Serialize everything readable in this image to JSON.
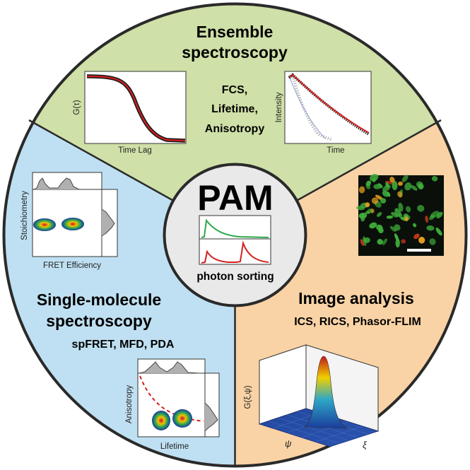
{
  "center": {
    "title": "PAM",
    "subtitle": "photon sorting"
  },
  "sectors": {
    "ensemble": {
      "title_line1": "Ensemble",
      "title_line2": "spectroscopy",
      "methods": [
        "FCS,",
        "Lifetime,",
        "Anisotropy"
      ],
      "fcs_plot": {
        "ylabel": "G(τ)",
        "xlabel": "Time Lag"
      },
      "lifetime_plot": {
        "ylabel": "Intensity",
        "xlabel": "Time"
      },
      "color": "#cfe0a8"
    },
    "single_molecule": {
      "title_line1": "Single-molecule",
      "title_line2": "spectroscopy",
      "methods": "spFRET, MFD, PDA",
      "fret_plot": {
        "ylabel": "Stoichiometry",
        "xlabel": "FRET Efficiency"
      },
      "aniso_plot": {
        "ylabel": "Anisotropy",
        "xlabel": "Lifetime"
      },
      "color": "#bfe0f2"
    },
    "image": {
      "title": "Image analysis",
      "methods": "ICS, RICS, Phasor-FLIM",
      "rics_plot": {
        "zlabel": "G(ξ,ψ)",
        "xlabel1": "ψ",
        "xlabel2": "ξ"
      },
      "color": "#f9d3a5"
    }
  }
}
